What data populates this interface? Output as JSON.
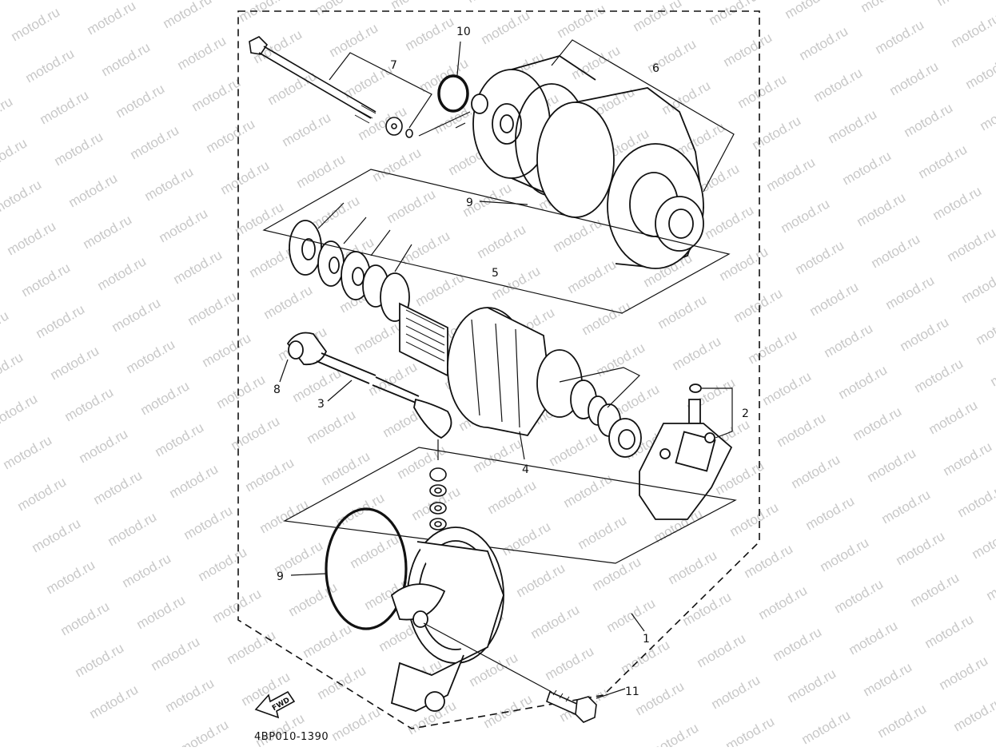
{
  "watermark": {
    "text": "motod.ru",
    "color": "#c8c8c8"
  },
  "drawing_code": "4BP010-1390",
  "fwd_label": "FWD",
  "callouts": {
    "c1": "1",
    "c2": "2",
    "c3": "3",
    "c4": "4",
    "c5": "5",
    "c6": "6",
    "c7": "7",
    "c8": "8",
    "c9_top": "9",
    "c9_bottom": "9",
    "c10": "10",
    "c11": "11"
  },
  "parts": [
    {
      "ref": "1",
      "name": "starting-motor-assembly"
    },
    {
      "ref": "2",
      "name": "brush-holder-set"
    },
    {
      "ref": "3",
      "name": "lead-wire"
    },
    {
      "ref": "4",
      "name": "armature"
    },
    {
      "ref": "5",
      "name": "washer-set"
    },
    {
      "ref": "6",
      "name": "front-cover"
    },
    {
      "ref": "7",
      "name": "through-bolt"
    },
    {
      "ref": "8",
      "name": "terminal-boot"
    },
    {
      "ref": "9",
      "name": "o-ring"
    },
    {
      "ref": "10",
      "name": "o-ring"
    },
    {
      "ref": "11",
      "name": "bolt"
    }
  ],
  "colors": {
    "line": "#111111",
    "background": "#ffffff"
  }
}
